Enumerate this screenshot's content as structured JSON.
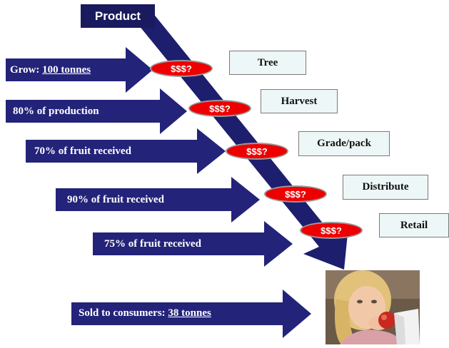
{
  "product": {
    "label": "Product"
  },
  "flows": [
    {
      "prefix": "Grow: ",
      "value": "100 tonnes",
      "suffix": ""
    },
    {
      "prefix": "80% of production",
      "value": "",
      "suffix": ""
    },
    {
      "prefix": "70% of fruit received",
      "value": "",
      "suffix": ""
    },
    {
      "prefix": "90% of fruit received",
      "value": "",
      "suffix": ""
    },
    {
      "prefix": "75% of fruit received",
      "value": "",
      "suffix": ""
    }
  ],
  "stages": [
    "Tree",
    "Harvest",
    "Grade/pack",
    "Distribute",
    "Retail"
  ],
  "cost_label": "$$$?",
  "final": {
    "prefix": "Sold to consumers: ",
    "value": "38 tonnes"
  },
  "colors": {
    "arrow": "#1e1e6e",
    "cost": "#ee0000",
    "box": "#eef7f7"
  },
  "image": {
    "subject": "child eating an apple"
  }
}
